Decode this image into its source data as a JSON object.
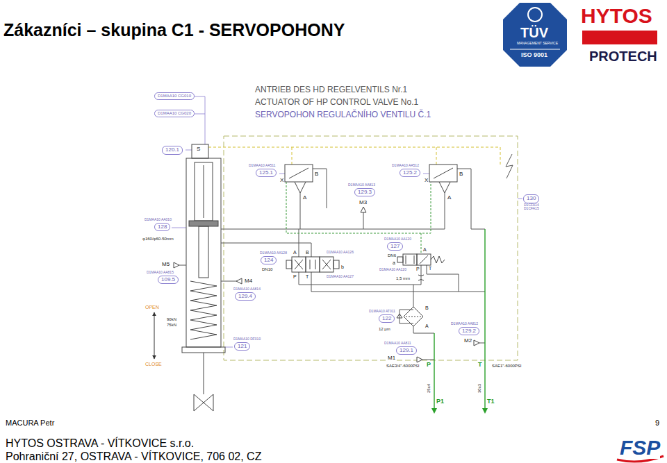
{
  "diagram": {
    "title": "Zákazníci – skupina C1 - SERVOPOHONY",
    "nodes": [
      {
        "text": [
          "D1MAA10 CG010"
        ]
      },
      {
        "text": [
          "D1MAA10 CG020"
        ]
      },
      {
        "text": [
          "120.1"
        ]
      },
      {
        "text": [
          "D1MAA10 AA511",
          "125.1"
        ]
      },
      {
        "text": [
          "D1MAA10 AA813",
          "129.3"
        ]
      },
      {
        "text": [
          "D1MAA10 AA512",
          "125.2"
        ]
      },
      {
        "text": [
          "130",
          "D1CFA14 D1CFA15"
        ]
      },
      {
        "text": [
          "D1MAA10 AA010",
          "128"
        ]
      },
      {
        "text": [
          "D1MAA10 AA815",
          "109.5"
        ]
      },
      {
        "text": [
          "D1MAA10 AA128",
          "124"
        ]
      },
      {
        "text": [
          "D1MAA10 AA120",
          "127"
        ]
      },
      {
        "text": [
          "D1MAA10 AA814",
          "129.4"
        ]
      },
      {
        "text": [
          "D1MAA10 AT011",
          "122"
        ]
      },
      {
        "text": [
          "D1MAA10 AA812",
          "129.2"
        ]
      },
      {
        "text": [
          "D1MAA10 DF010",
          "121"
        ]
      },
      {
        "text": [
          "D1MAA10 AA811",
          "129.1"
        ]
      }
    ],
    "labels": [
      "TÜV",
      "MANAGEMENT SERVICE",
      "ISO 9001",
      "HYTOS",
      "PROTECH",
      "ANTRIEB DES HD REGELVENTILS Nr.1",
      "ACTUATOR OF HP CONTROL VALVE No.1",
      "SERVOPOHON REGULAČNÍHO VENTILU Č.1",
      "X",
      "B",
      "A",
      "M3",
      "X",
      "B",
      "A",
      "φ160/φ60-50mm",
      "M5",
      "M4",
      "OPEN",
      "90kN",
      "75kN",
      "CLOSE",
      "DN10",
      "A",
      "B",
      "P",
      "T",
      "D1MAA10 AA126",
      "b",
      "D1MAA10 AA127",
      "DN6",
      "a",
      "A",
      "P",
      "T",
      "D1MAA10 AA120",
      "1,5 mm",
      "12 µm",
      "B",
      "A",
      "M2",
      "M1",
      "SAE3/4\"-6000PSI",
      "P",
      "T",
      "SAE1\"-6000PSI",
      "25x4",
      "30x3",
      "P1",
      "T1",
      "MACURA Petr",
      "9",
      "HYTOS OSTRAVA - VÍTKOVICE s.r.o.",
      "Pohraniční 27, OSTRAVA - VÍTKOVICE, 706 02, CZ",
      "FSP",
      "S"
    ]
  }
}
